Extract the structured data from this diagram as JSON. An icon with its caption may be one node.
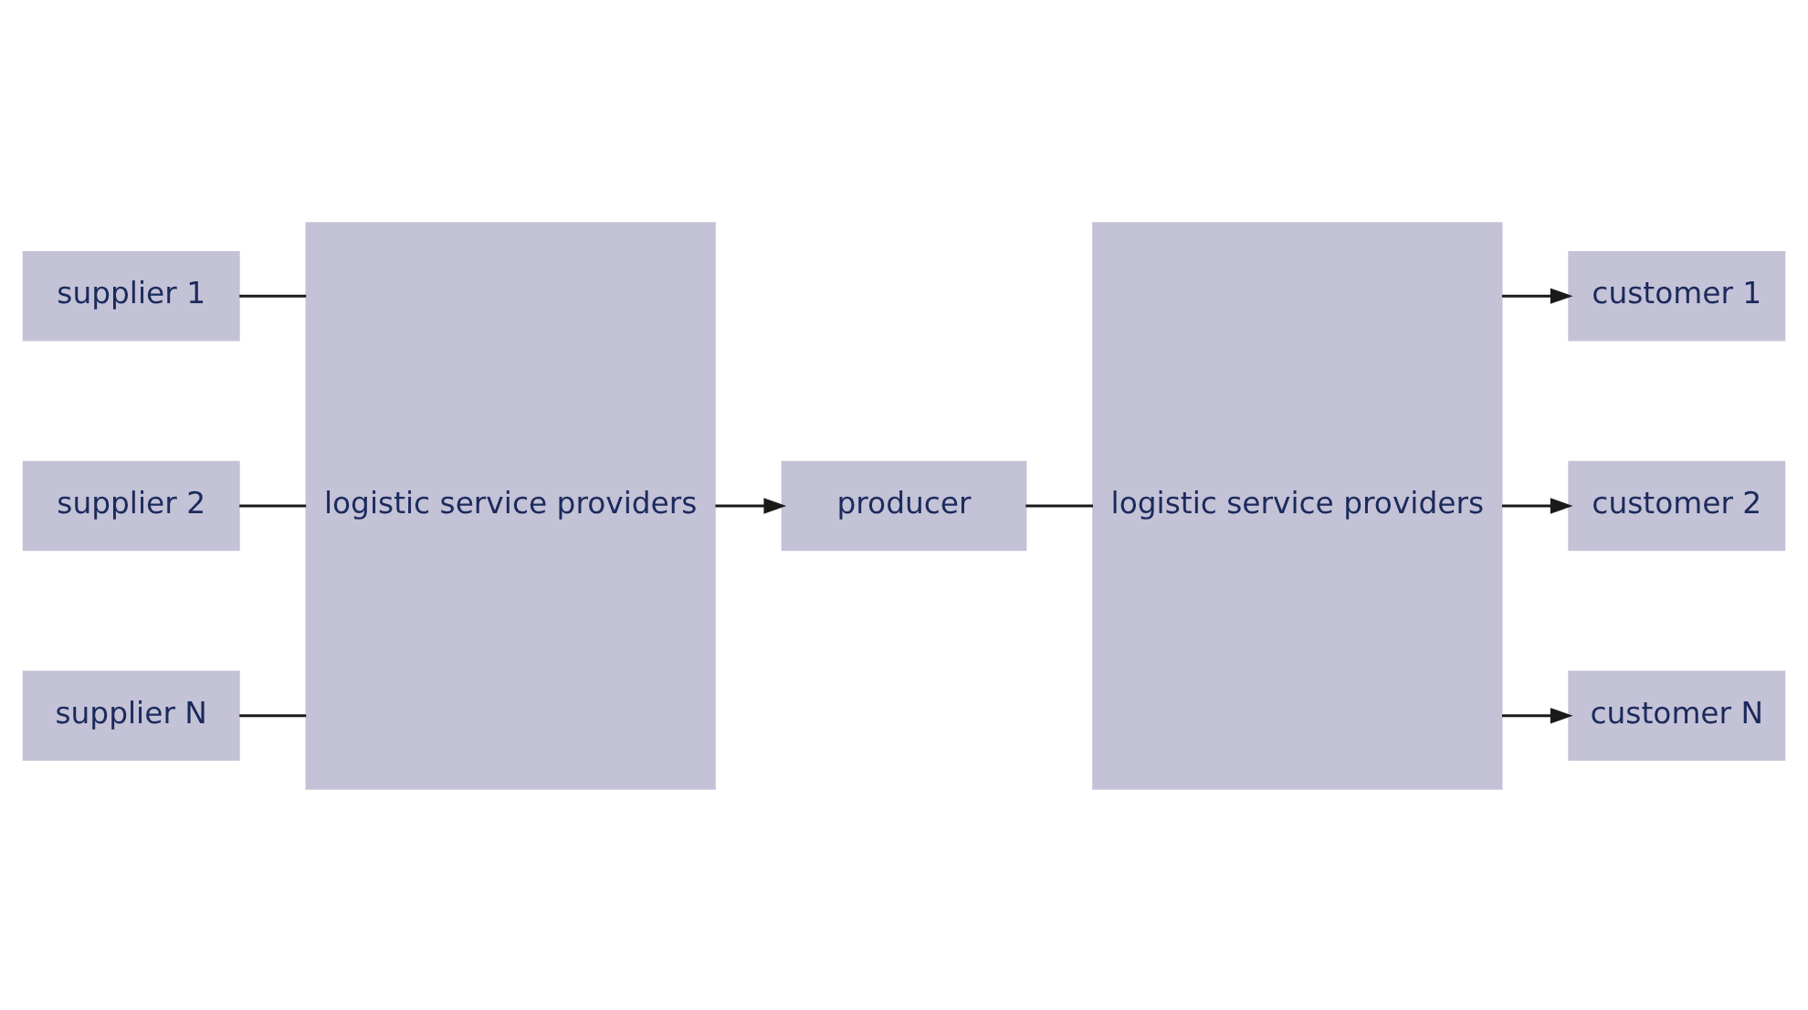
{
  "diagram": {
    "nodes": [
      {
        "text": [
          "supplier 1"
        ]
      },
      {
        "text": [
          "supplier 2"
        ]
      },
      {
        "text": [
          "supplier N"
        ]
      },
      {
        "text": [
          "logistic service providers"
        ]
      },
      {
        "text": [
          "producer"
        ]
      },
      {
        "text": [
          "logistic service providers"
        ]
      },
      {
        "text": [
          "customer 1"
        ]
      },
      {
        "text": [
          "customer 2"
        ]
      },
      {
        "text": [
          "customer N"
        ]
      }
    ],
    "edges": [
      {
        "from": 0,
        "to": 3,
        "arrow": "none"
      },
      {
        "from": 1,
        "to": 3,
        "arrow": "none"
      },
      {
        "from": 2,
        "to": 3,
        "arrow": "none"
      },
      {
        "from": 3,
        "to": 4,
        "arrow": "to"
      },
      {
        "from": 4,
        "to": 5,
        "arrow": "none"
      },
      {
        "from": 5,
        "to": 6,
        "arrow": "to"
      },
      {
        "from": 5,
        "to": 7,
        "arrow": "to"
      },
      {
        "from": 5,
        "to": 8,
        "arrow": "to"
      }
    ]
  }
}
